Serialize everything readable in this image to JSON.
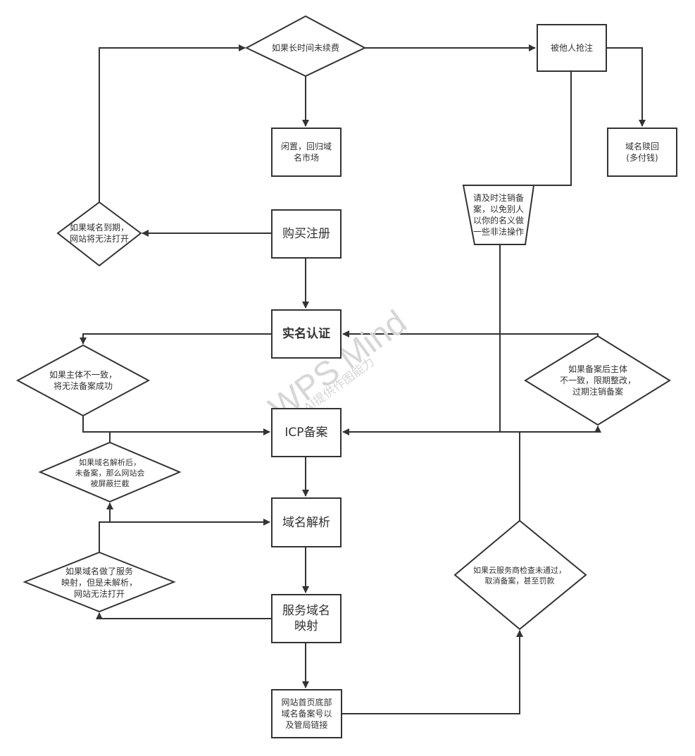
{
  "nodes": {
    "renew": "如果长时间未续费",
    "sniped": "被他人抢注",
    "idle": "闲置，回归域\n名市场",
    "redeem": "域名赎回\n(多付钱)",
    "cancel_notice": "请及时注销备\n案，以免别人\n以你的名义做\n一些非法操作",
    "expire": "如果域名到期，\n网站将无法打开",
    "purchase": "购买注册",
    "realname": "实名认证",
    "mismatch": "如果主体不一致，\n将无法备案成功",
    "after_mismatch": "如果备案后主体\n不一致，限期整改，\n过期注销备案",
    "icp": "ICP备案",
    "blocked": "如果域名解析后，\n未备案，那么网站会\n被屏蔽拦截",
    "resolve": "域名解析",
    "mapping_fail": "如果域名做了服务\n映射，但是未解析，\n网站无法打开",
    "mapping": "服务域名\n映射",
    "cloud_check": "如果云服务商检查未通过，\n取消备案，甚至罚款",
    "footer": "网站首页底部\n域名备案号以\n及管局链接"
  },
  "watermark": {
    "main": "WPS Mind",
    "sub": "WPS AI提供作图能力"
  },
  "colors": {
    "stroke": "#333333",
    "text": "#333333",
    "watermark": "#c9c9c9",
    "background": "#ffffff"
  }
}
